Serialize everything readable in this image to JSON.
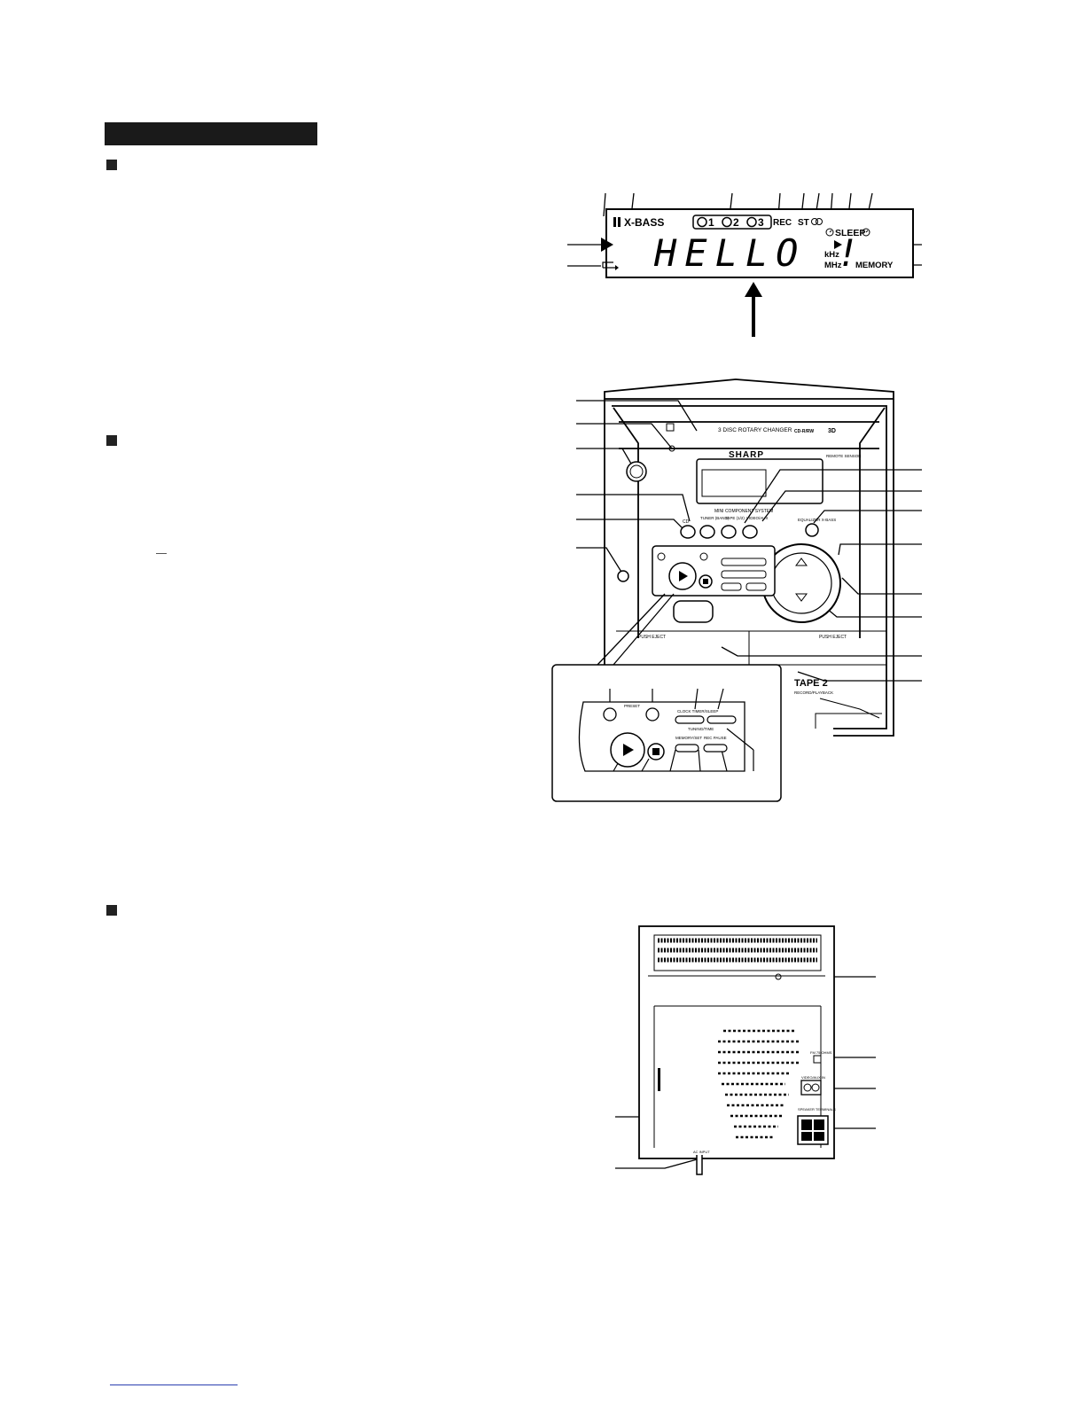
{
  "display": {
    "pause_icon": "pause-bars-icon",
    "xbass": "X-BASS",
    "discs": [
      "1",
      "2",
      "3"
    ],
    "rec": "REC",
    "st": "ST",
    "sleep": "SLEEP",
    "message": "HELLO !",
    "khz": "kHz",
    "mhz": "MHz",
    "memory": "MEMORY"
  },
  "front_panel": {
    "changer": "3 DISC ROTARY CHANGER",
    "brand": "SHARP",
    "sensor": "REMOTE SENSOR",
    "model": "MINI COMPONENT SYSTEM",
    "btn_cd": "CD",
    "btn_tuner": "TUNER (BAND)",
    "btn_tape": "TAPE (1/2)",
    "btn_video": "VIDEO/AUX",
    "btn_equalizer": "EQUALIZER X-BASS",
    "tape1_eject": "PUSH EJECT",
    "tape2_eject": "PUSH EJECT",
    "tape2": "TAPE 2",
    "tape2_sub": "RECORD/PLAYBACK"
  },
  "inset_panel": {
    "preset": "PRESET",
    "clock_timer": "CLOCK TIMER/SLEEP",
    "tuning_time": "TUNING/TIME",
    "memory_set": "MEMORY/SET",
    "rec_pause": "REC PAUSE"
  },
  "rear_panel": {
    "antenna": "FM 75 OHMS",
    "video_aux": "VIDEO/AUX IN",
    "speaker": "SPEAKER TERMINALS",
    "ac_input": "AC INPUT"
  }
}
